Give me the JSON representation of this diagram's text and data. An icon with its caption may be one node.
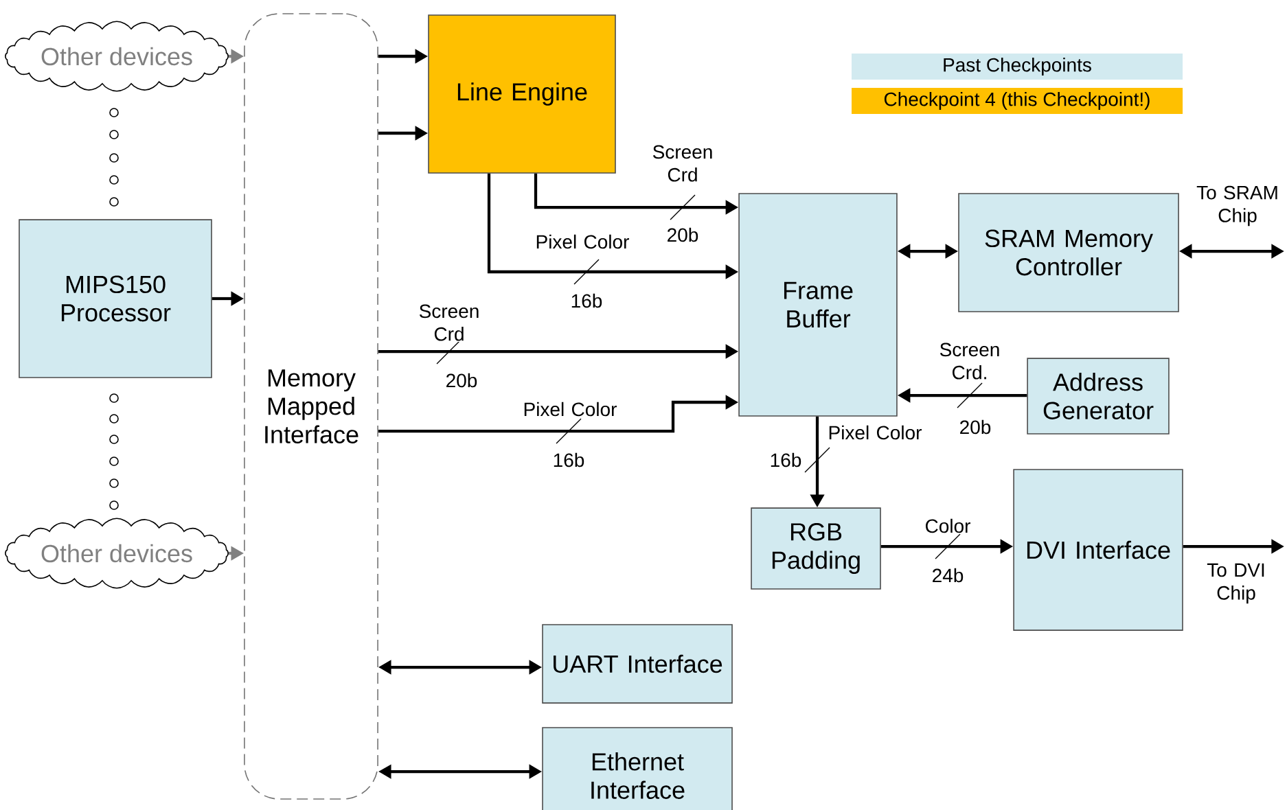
{
  "diagram": {
    "nodes": [
      {
        "text": [
          "Other devices"
        ]
      },
      {
        "text": [
          "MIPS150 Processor"
        ]
      },
      {
        "text": [
          "Other devices"
        ]
      },
      {
        "text": [
          "Memory Mapped Interface"
        ]
      },
      {
        "text": [
          "Line Engine"
        ]
      },
      {
        "text": [
          "Frame Buffer"
        ]
      },
      {
        "text": [
          "SRAM Memory Controller"
        ]
      },
      {
        "text": [
          "Address Generator"
        ]
      },
      {
        "text": [
          "RGB Padding"
        ]
      },
      {
        "text": [
          "DVI Interface"
        ]
      },
      {
        "text": [
          "UART Interface"
        ]
      },
      {
        "text": [
          "Ethernet Interface"
        ]
      }
    ],
    "edges": [
      {
        "from": 0,
        "to": 3,
        "arrow": "to",
        "color": "#808080"
      },
      {
        "from": 1,
        "to": 3,
        "arrow": "to"
      },
      {
        "from": 2,
        "to": 3,
        "arrow": "to",
        "color": "#808080"
      },
      {
        "from": 3,
        "to": 4,
        "arrow": "to"
      },
      {
        "from": 3,
        "to": 4,
        "arrow": "to"
      },
      {
        "from": 4,
        "to": 5,
        "arrow": "to",
        "label": "Screen Crd"
      },
      {
        "from": 4,
        "to": 5,
        "arrow": "to",
        "label": "Pixel Color"
      },
      {
        "from": 3,
        "to": 5,
        "arrow": "to",
        "label": "Screen Crd"
      },
      {
        "from": 3,
        "to": 5,
        "arrow": "to",
        "label": "Pixel Color"
      },
      {
        "from": 5,
        "to": 6,
        "arrow": "both"
      },
      {
        "from": 6,
        "to": null,
        "arrow": "both",
        "label": "To SRAM Chip"
      },
      {
        "from": 7,
        "to": 5,
        "arrow": "to",
        "label": "Screen Crd."
      },
      {
        "from": 5,
        "to": 8,
        "arrow": "to",
        "label": "Pixel Color"
      },
      {
        "from": 8,
        "to": 9,
        "arrow": "to",
        "label": "Color"
      },
      {
        "from": 9,
        "to": null,
        "arrow": "to",
        "label": "To DVI Chip"
      },
      {
        "from": 3,
        "to": 10,
        "arrow": "both"
      },
      {
        "from": 3,
        "to": 11,
        "arrow": "both"
      }
    ],
    "labels": [
      "20b",
      "16b",
      "20b",
      "20b",
      "16b",
      "16b",
      "24b"
    ],
    "legend": [
      {
        "text": "Past Checkpoints",
        "color": "#d2eaf0"
      },
      {
        "text": "Checkpoint 4 (this Checkpoint!)",
        "color": "#ffc000"
      }
    ]
  }
}
